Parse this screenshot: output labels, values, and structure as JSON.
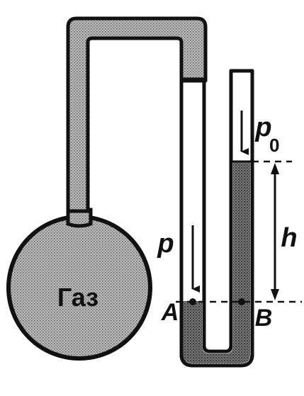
{
  "diagram": {
    "gas_label": "Газ",
    "pressure_label": "p",
    "atm_pressure_label": "p",
    "atm_pressure_subscript": "0",
    "height_label": "h",
    "point_a_label": "A",
    "point_b_label": "B"
  },
  "colors": {
    "outline": "#111111",
    "gas_fill": "#a8a8a8",
    "liquid_fill": "#6e6e6e",
    "background": "#ffffff"
  }
}
